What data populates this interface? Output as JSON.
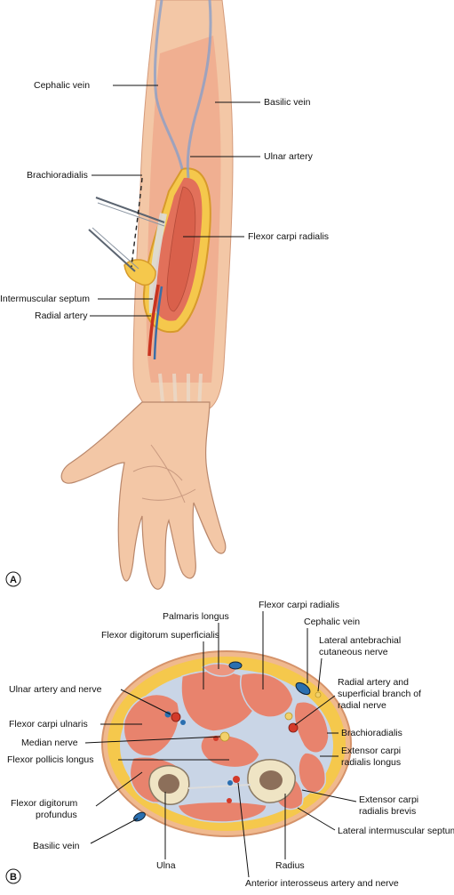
{
  "panel_a": {
    "letter": "A",
    "labels": {
      "cephalic_vein": "Cephalic vein",
      "basilic_vein": "Basilic vein",
      "ulnar_artery": "Ulnar artery",
      "brachioradialis": "Brachioradialis",
      "flexor_carpi_radialis": "Flexor carpi radialis",
      "intermuscular_septum": "Intermuscular septum",
      "radial_artery": "Radial artery"
    }
  },
  "panel_b": {
    "letter": "B",
    "labels": {
      "flexor_carpi_radialis": "Flexor carpi radialis",
      "palmaris_longus": "Palmaris longus",
      "cephalic_vein": "Cephalic vein",
      "flexor_digitorum_superficialis": "Flexor digitorum superficialis",
      "lateral_antebrachial_1": "Lateral antebrachial",
      "lateral_antebrachial_2": "cutaneous nerve",
      "ulnar_artery_nerve": "Ulnar artery and nerve",
      "radial_artery_1": "Radial artery and",
      "radial_artery_2": "superficial branch of",
      "radial_artery_3": "radial nerve",
      "flexor_carpi_ulnaris": "Flexor carpi ulnaris",
      "brachioradialis": "Brachioradialis",
      "median_nerve": "Median nerve",
      "ecrl_1": "Extensor carpi",
      "ecrl_2": "radialis longus",
      "flexor_pollicis_longus": "Flexor pollicis longus",
      "fdp_1": "Flexor digitorum",
      "fdp_2": "profundus",
      "ecrb_1": "Extensor carpi",
      "ecrb_2": "radialis brevis",
      "lateral_intermuscular_septum": "Lateral intermuscular septum",
      "basilic_vein": "Basilic vein",
      "ulna": "Ulna",
      "radius": "Radius",
      "anterior_interosseus": "Anterior interosseus artery and nerve"
    }
  },
  "colors": {
    "skin": "#f3c7a6",
    "skin_shadow": "#e5a985",
    "muscle": "#e8836d",
    "muscle_light": "#f19a82",
    "fat": "#f5c84c",
    "fascia": "#c9d5e6",
    "vein": "#2a6fb0",
    "artery": "#d33a2a",
    "nerve": "#f2d16b",
    "bone": "#efe4c4",
    "marrow": "#7a5a48"
  }
}
